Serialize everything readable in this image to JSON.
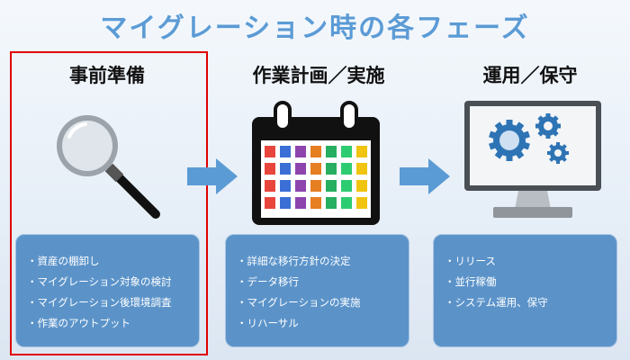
{
  "title": "マイグレーション時の各フェーズ",
  "phases": [
    {
      "title": "事前準備",
      "icon": "magnifier-icon",
      "items": [
        "資産の棚卸し",
        "マイグレーション対象の検討",
        "マイグレーション後環境調査",
        "作業のアウトプット"
      ]
    },
    {
      "title": "作業計画／実施",
      "icon": "calendar-icon",
      "items": [
        "詳細な移行方針の決定",
        "データ移行",
        "マイグレーションの実施",
        "リハーサル"
      ]
    },
    {
      "title": "運用／保守",
      "icon": "monitor-gears-icon",
      "items": [
        "リリース",
        "並行稼働",
        "システム運用、保守"
      ]
    }
  ],
  "colors": {
    "title": "#5b9bd5",
    "box": "#5b93c9",
    "arrow": "#5b9bd5",
    "highlight": "#e00000"
  }
}
